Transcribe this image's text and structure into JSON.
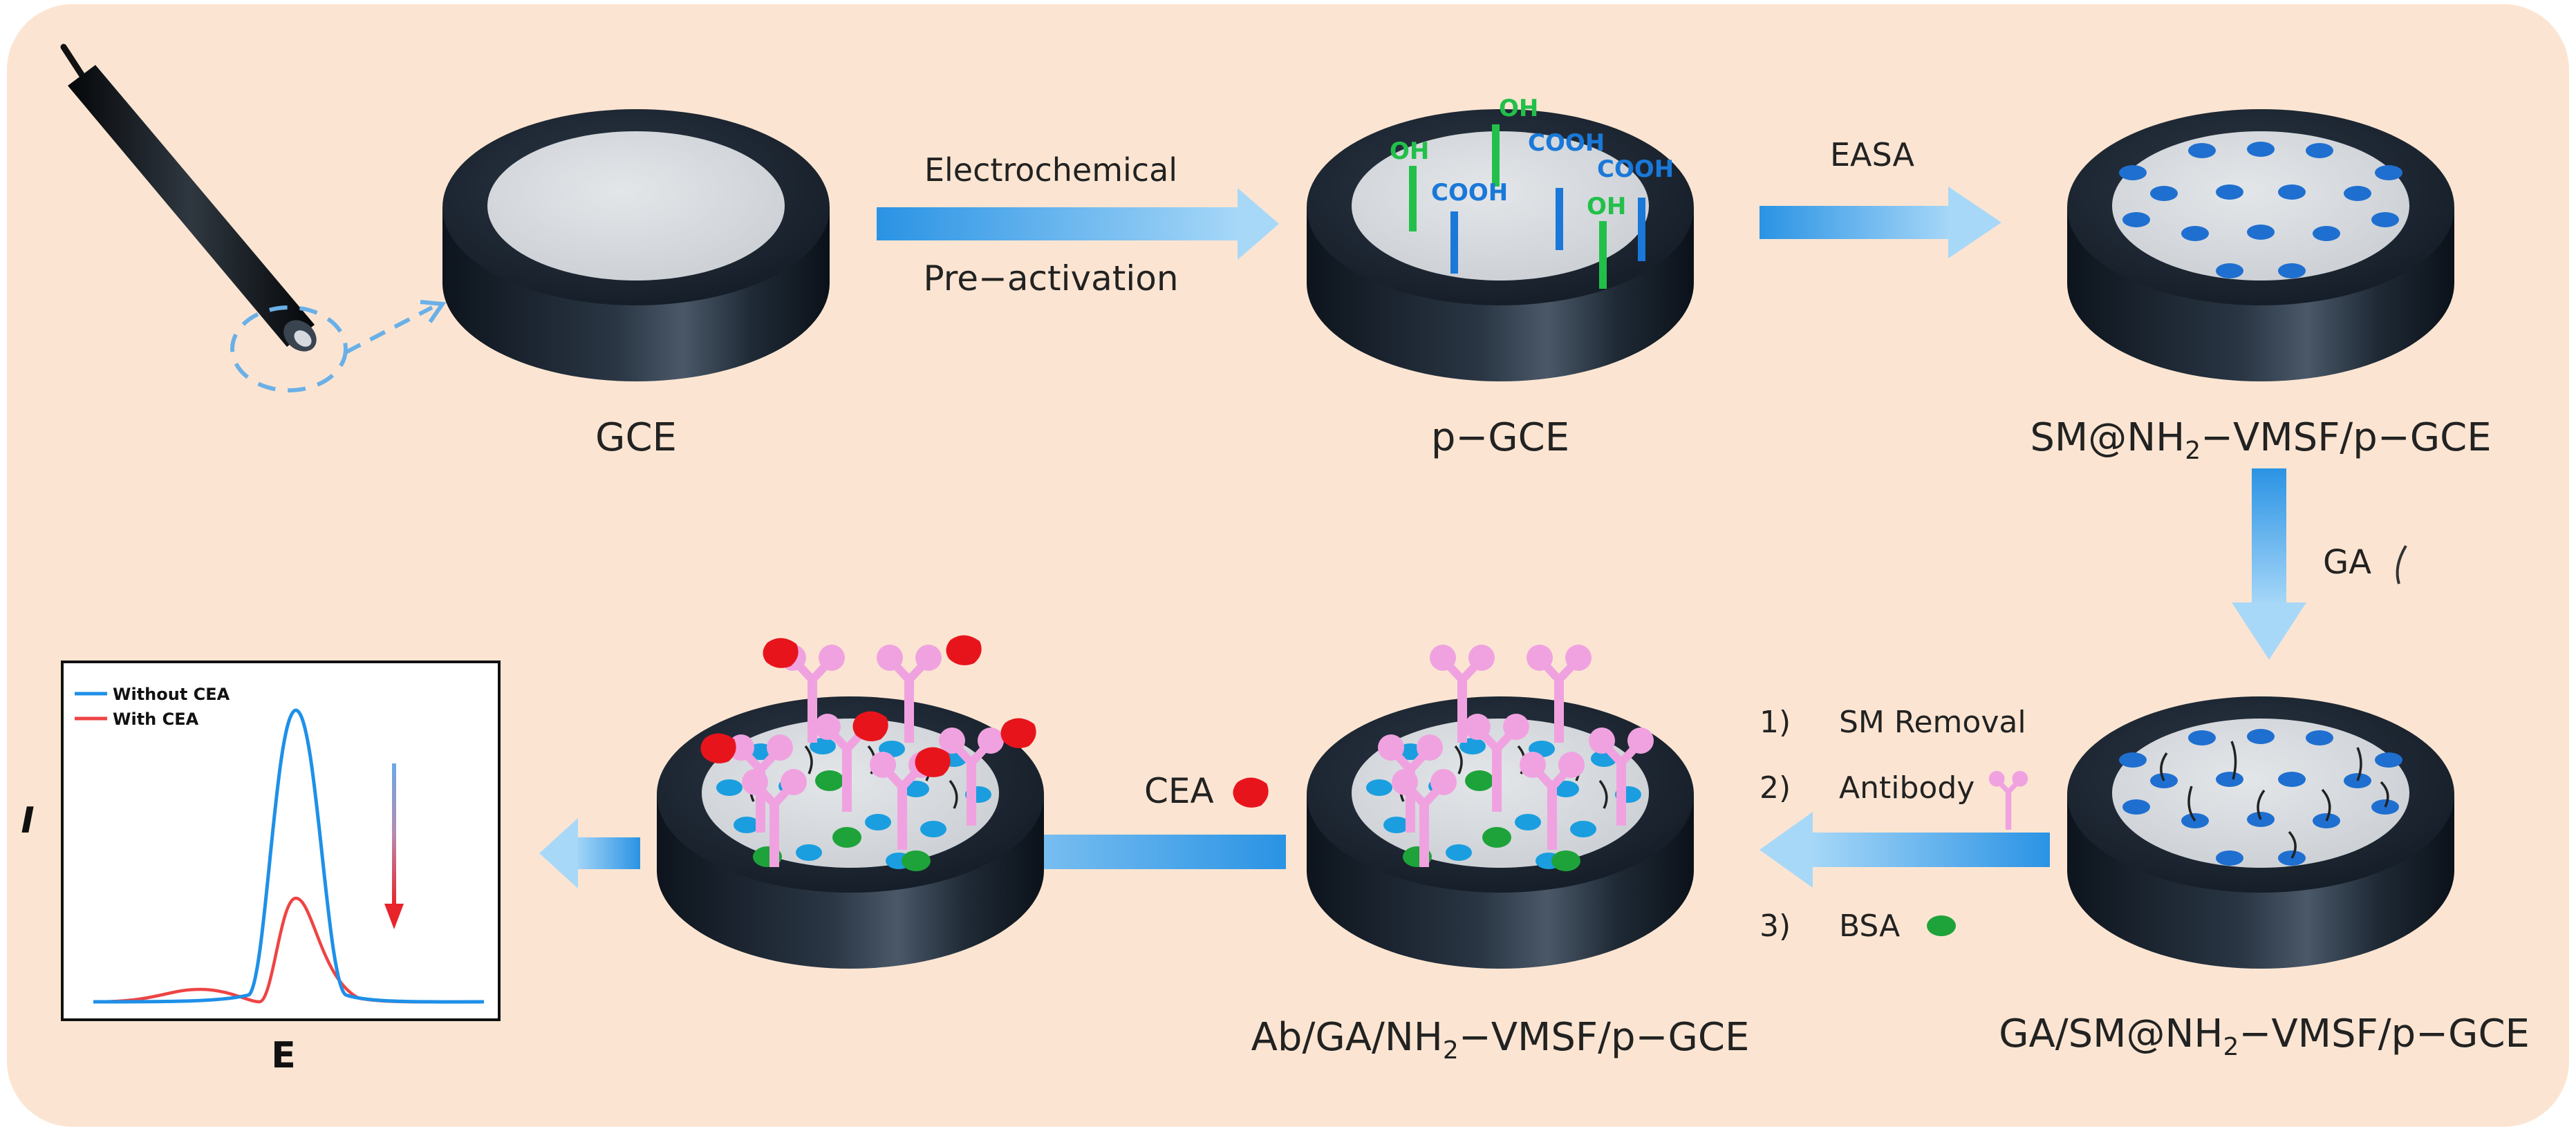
{
  "labels": {
    "gce": "GCE",
    "p_gce": "p−GCE",
    "sm_vmsf_prefix": "SM@NH",
    "sm_vmsf_suffix": "−VMSF/p−GCE",
    "ga_sm_vmsf_prefix": "GA/SM@NH",
    "ga_sm_vmsf_suffix": "−VMSF/p−GCE",
    "ab_ga_vmsf_prefix": "Ab/GA/NH",
    "ab_ga_vmsf_suffix": "−VMSF/p−GCE",
    "subscript_two": "2"
  },
  "arrows": {
    "step1_line1": "Electrochemical",
    "step1_line2": "Pre−activation",
    "step2": "EASA",
    "step3": "GA",
    "step4_n1": "1)",
    "step4_t1": "SM Removal",
    "step4_n2": "2)",
    "step4_t2": "Antibody",
    "step4_n3": "3)",
    "step4_t3": "BSA",
    "step5": "CEA"
  },
  "groups": {
    "oh": "OH",
    "cooh": "COOH"
  },
  "plot": {
    "legend_without": "Without CEA",
    "legend_with": "With CEA",
    "xlabel": "E",
    "ylabel": "I"
  },
  "colors": {
    "background": "#fbe5d2",
    "electrode_body": "#1b2430",
    "electrode_surface": "#d6dade",
    "arrow": "#3aa0e8",
    "pore": "#1f6fd0",
    "oh": "#22c04a",
    "cooh": "#1a78d8",
    "antibody": "#f0a2e0",
    "cea": "#e8141c",
    "bsa": "#1ea33a",
    "curve_without": "#1e90e8",
    "curve_with": "#ee4444"
  },
  "chart_data": {
    "type": "line",
    "title": "",
    "xlabel": "E",
    "ylabel": "I",
    "legend": "top-left",
    "series": [
      {
        "name": "Without CEA",
        "shape": "single peak",
        "relative_peak_height": 1.0
      },
      {
        "name": "With CEA",
        "shape": "single peak",
        "relative_peak_height": 0.35
      }
    ]
  }
}
